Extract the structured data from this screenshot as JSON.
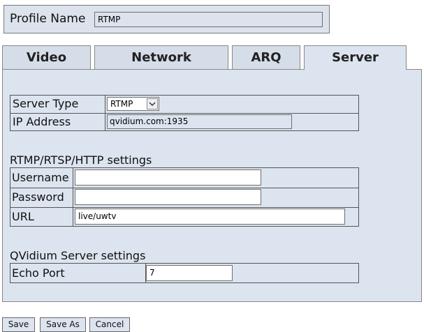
{
  "profile": {
    "label": "Profile Name",
    "value": "RTMP"
  },
  "tabs": [
    {
      "label": "Video",
      "active": false
    },
    {
      "label": "Network",
      "active": false
    },
    {
      "label": "ARQ",
      "active": false
    },
    {
      "label": "Server",
      "active": true
    }
  ],
  "server": {
    "type_label": "Server Type",
    "type_value": "RTMP",
    "ip_label": "IP Address",
    "ip_value": "qvidium.com:1935"
  },
  "rtmp_settings": {
    "title": "RTMP/RTSP/HTTP settings",
    "username_label": "Username",
    "username_value": "",
    "password_label": "Password",
    "password_value": "",
    "url_label": "URL",
    "url_value": "live/uwtv"
  },
  "qvidium_settings": {
    "title": "QVidium Server settings",
    "echo_port_label": "Echo Port",
    "echo_port_value": "7"
  },
  "buttons": {
    "save": "Save",
    "save_as": "Save As",
    "cancel": "Cancel"
  },
  "icons": {
    "dropdown": "chevron-down-icon"
  },
  "colors": {
    "panel": "#dce4ef",
    "border": "#555555"
  }
}
